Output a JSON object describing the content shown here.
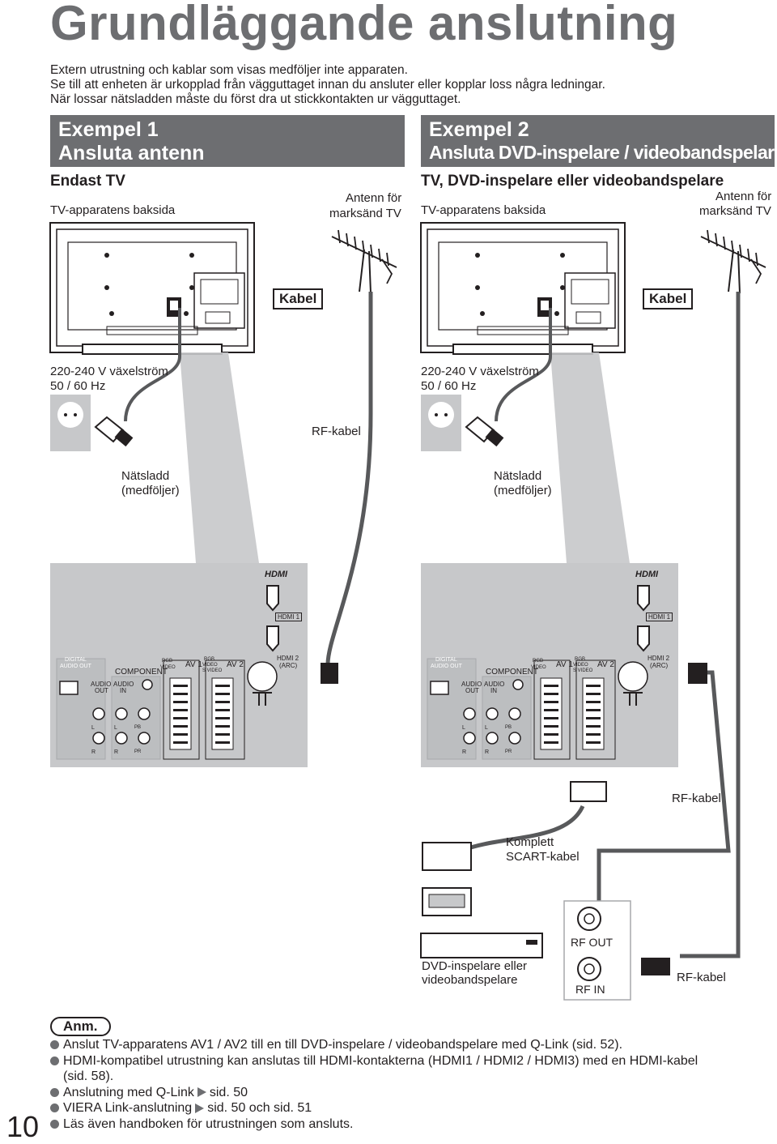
{
  "page": {
    "title": "Grundläggande anslutning",
    "page_number": "10",
    "intro": [
      "Extern utrustning och kablar som visas medföljer inte apparaten.",
      "Se till att enheten är urkopplad från vägguttaget innan du ansluter eller kopplar loss några ledningar.",
      "När lossar nätsladden måste du först dra ut stickkontakten ur vägguttaget."
    ]
  },
  "example1": {
    "heading1": "Exempel 1",
    "heading2": "Ansluta antenn",
    "subtitle": "Endast TV",
    "tv_back": "TV-apparatens baksida",
    "antenna1": "Antenn för",
    "antenna2": "marksänd TV",
    "cable_box": "Kabel",
    "power1": "220-240 V växelström",
    "power2": "50 / 60 Hz",
    "rf_cable": "RF-kabel",
    "mains1": "Nätsladd",
    "mains2": "(medföljer)"
  },
  "example2": {
    "heading1": "Exempel 2",
    "heading2": "Ansluta DVD-inspelare / videobandspelare",
    "subtitle": "TV, DVD-inspelare eller videobandspelare",
    "tv_back": "TV-apparatens baksida",
    "antenna1": "Antenn för",
    "antenna2": "marksänd TV",
    "cable_box": "Kabel",
    "power1": "220-240 V växelström",
    "power2": "50 / 60 Hz",
    "mains1": "Nätsladd",
    "mains2": "(medföljer)",
    "rf_cable_a": "RF-kabel",
    "scart1": "Komplett",
    "scart2": "SCART-kabel",
    "rf_out": "RF OUT",
    "rf_in": "RF IN",
    "dvd1": "DVD-inspelare eller",
    "dvd2": "videobandspelare",
    "rf_cable_b": "RF-kabel"
  },
  "panel_labels": {
    "digital1": "DIGITAL",
    "digital2": "AUDIO OUT",
    "component": "COMPONENT",
    "audio_out1": "AUDIO",
    "audio_out2": "OUT",
    "audio_in1": "AUDIO",
    "audio_in2": "IN",
    "rgb": "RGB",
    "video": "VIDEO",
    "svideo": "S VIDEO",
    "av1": "AV 1",
    "av2": "AV 2",
    "hdmi1": "HDMI 1",
    "hdmi2a": "HDMI 2",
    "hdmi2b": "(ARC)",
    "hdmi_logo": "HDMI",
    "ch_l": "L",
    "ch_r": "R",
    "ch_pb": "PB",
    "ch_pr": "PR"
  },
  "notes": {
    "heading": "Anm.",
    "n1": "Anslut TV-apparatens AV1 / AV2 till en till DVD-inspelare / videobandspelare med Q-Link (sid. 52).",
    "n2a": "HDMI-kompatibel utrustning kan anslutas till HDMI-kontakterna (HDMI1 / HDMI2 / HDMI3) med en HDMI-kabel",
    "n2b": "(sid. 58).",
    "n3a": "Anslutning med Q-Link",
    "n3b": "sid. 50",
    "n4a": "VIERA Link-anslutning",
    "n4b": "sid. 50 och sid. 51",
    "n5": "Läs även handboken för utrustningen som ansluts."
  },
  "colors": {
    "heading_gray": "#6d6e71",
    "panel_gray": "#c7c8ca",
    "cable_gray": "#58595b"
  }
}
